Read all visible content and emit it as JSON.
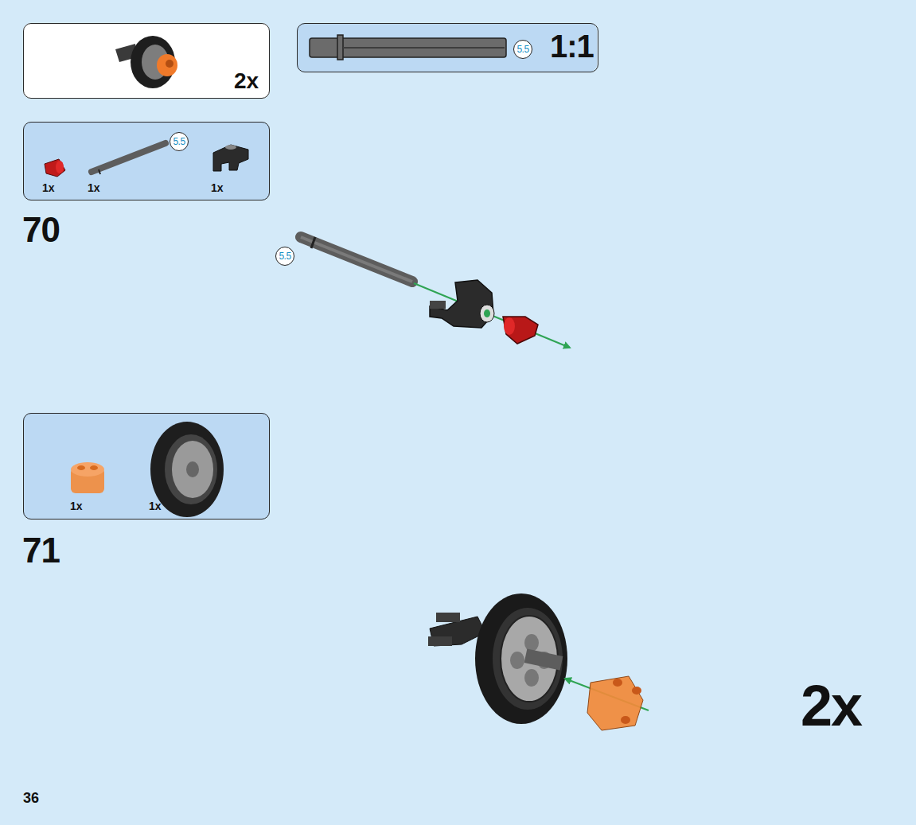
{
  "diagram": {
    "nodes": [
      {
        "text": [
          "2x"
        ]
      },
      {
        "text": [
          "5.5",
          "1:1"
        ]
      },
      {
        "text": [
          "5.5",
          "1x",
          "1x",
          "1x"
        ]
      },
      {
        "text": [
          "1x",
          "1x"
        ]
      }
    ],
    "labels": [
      "70",
      "5.5",
      "71",
      "2x",
      "36"
    ]
  }
}
